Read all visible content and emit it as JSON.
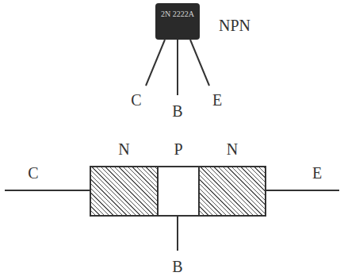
{
  "diagram": {
    "nodes": [
      {
        "text": [
          "2N 2222A"
        ]
      },
      {
        "text": [
          "N"
        ]
      },
      {
        "text": [
          "P"
        ]
      },
      {
        "text": [
          "N"
        ]
      }
    ],
    "labels": [
      "NPN",
      "C",
      "B",
      "E",
      "C",
      "E",
      "B"
    ]
  }
}
